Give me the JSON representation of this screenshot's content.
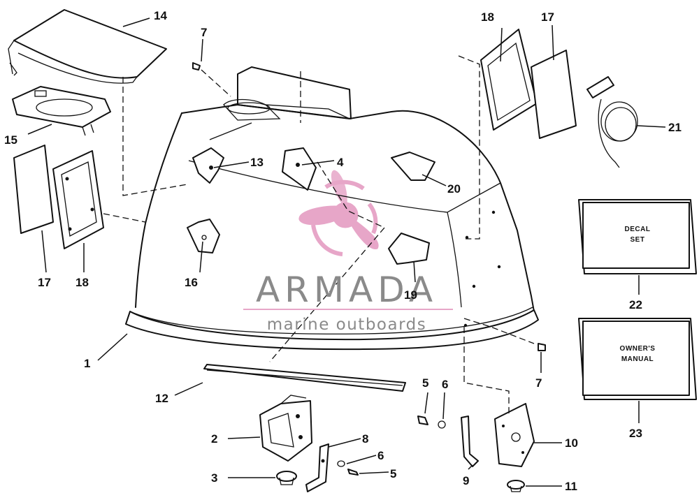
{
  "watermark": {
    "brand": "ARMADA",
    "tagline": "marine outboards",
    "colors": {
      "brand_text": "#8a8a8a",
      "accent": "#e7a6c8"
    }
  },
  "boxes": {
    "decal_line1": "DECAL",
    "decal_line2": "SET",
    "manual_line1": "OWNER'S",
    "manual_line2": "MANUAL"
  },
  "labels": [
    {
      "id": "1",
      "text": "1"
    },
    {
      "id": "2",
      "text": "2"
    },
    {
      "id": "3",
      "text": "3"
    },
    {
      "id": "4",
      "text": "4"
    },
    {
      "id": "5a",
      "text": "5"
    },
    {
      "id": "5b",
      "text": "5"
    },
    {
      "id": "6a",
      "text": "6"
    },
    {
      "id": "6b",
      "text": "6"
    },
    {
      "id": "7a",
      "text": "7"
    },
    {
      "id": "7b",
      "text": "7"
    },
    {
      "id": "8",
      "text": "8"
    },
    {
      "id": "9",
      "text": "9"
    },
    {
      "id": "10",
      "text": "10"
    },
    {
      "id": "11",
      "text": "11"
    },
    {
      "id": "12",
      "text": "12"
    },
    {
      "id": "13",
      "text": "13"
    },
    {
      "id": "14",
      "text": "14"
    },
    {
      "id": "15",
      "text": "15"
    },
    {
      "id": "16",
      "text": "16"
    },
    {
      "id": "17a",
      "text": "17"
    },
    {
      "id": "17b",
      "text": "17"
    },
    {
      "id": "18a",
      "text": "18"
    },
    {
      "id": "18b",
      "text": "18"
    },
    {
      "id": "19",
      "text": "19"
    },
    {
      "id": "20",
      "text": "20"
    },
    {
      "id": "21",
      "text": "21"
    },
    {
      "id": "22",
      "text": "22"
    },
    {
      "id": "23",
      "text": "23"
    }
  ]
}
